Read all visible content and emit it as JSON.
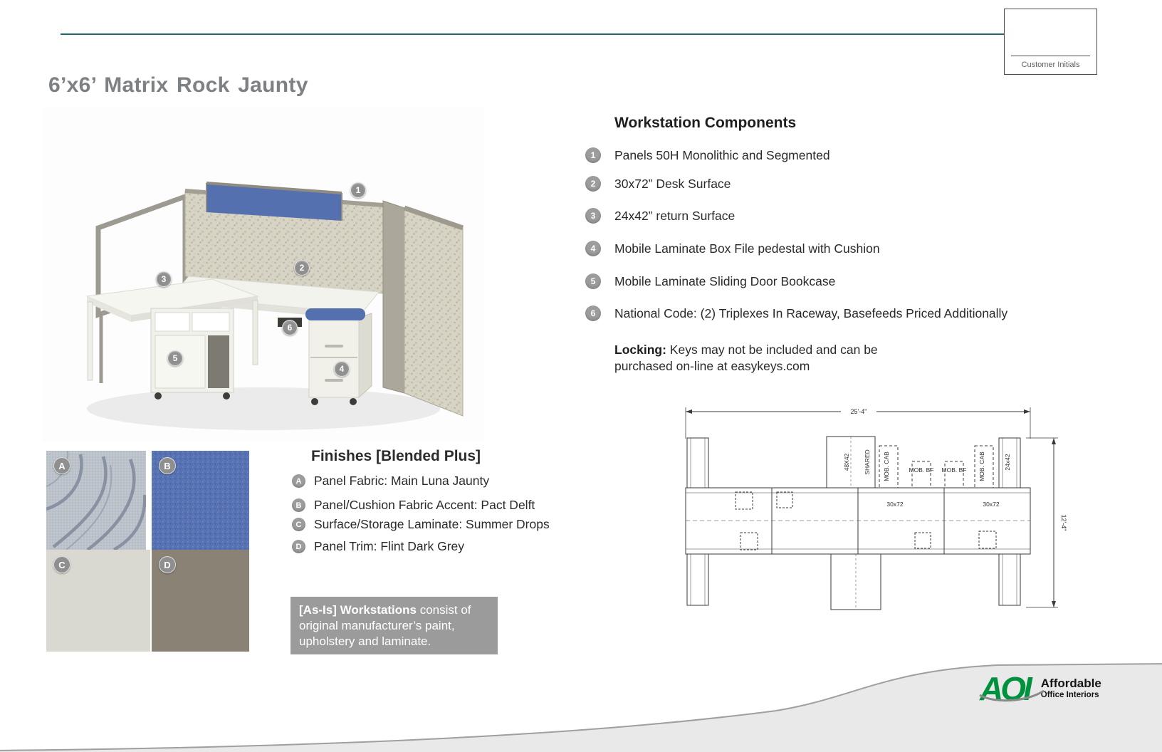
{
  "page": {
    "title": "6’x6’ Matrix Rock Jaunty",
    "customer_initials": "Customer Initials"
  },
  "colors": {
    "teal_rule": "#14696b",
    "accent_blue": "#5570ae",
    "badge_gray": "#9c9c9c",
    "asis_bg": "#9b9b9b",
    "logo_green": "#00913e"
  },
  "callouts": {
    "c1": "1",
    "c2": "2",
    "c3": "3",
    "c4": "4",
    "c5": "5",
    "c6": "6"
  },
  "components": {
    "title": "Workstation Components",
    "items": [
      {
        "num": "1",
        "text": "Panels 50H Monolithic and Segmented"
      },
      {
        "num": "2",
        "text": "30x72” Desk Surface"
      },
      {
        "num": "3",
        "text": "24x42” return Surface"
      },
      {
        "num": "4",
        "text": "Mobile Laminate Box File pedestal with Cushion"
      },
      {
        "num": "5",
        "text": "Mobile Laminate Sliding Door Bookcase"
      },
      {
        "num": "6",
        "text": "National Code: (2) Triplexes In Raceway, Basefeeds Priced Additionally"
      }
    ],
    "locking_label": "Locking:",
    "locking_text": "Keys may not be included and can be purchased on-line at easykeys.com"
  },
  "finishes": {
    "title": "Finishes [Blended Plus]",
    "items": [
      {
        "letter": "A",
        "text": "Panel Fabric: Main Luna Jaunty"
      },
      {
        "letter": "B",
        "text": "Panel/Cushion Fabric Accent: Pact Delft"
      },
      {
        "letter": "C",
        "text": "Surface/Storage Laminate: Summer Drops"
      },
      {
        "letter": "D",
        "text": "Panel Trim: Flint Dark Grey"
      }
    ]
  },
  "asis_note": {
    "bold": "[As-Is] Workstations",
    "rest": " consist of original manufacturer’s paint, upholstery and laminate."
  },
  "floorplan": {
    "dim_width": "25'-4\"",
    "dim_height": "12'-4\"",
    "label_48x42": "48X42",
    "label_shared": "SHARED",
    "label_mob_cab_1": "MOB. CAB",
    "label_mob_bf_1": "MOB. BF",
    "label_mob_bf_2": "MOB. BF",
    "label_mob_cab_2": "MOB. CAB",
    "label_24x42": "24x42",
    "label_30x72_1": "30x72",
    "label_30x72_2": "30x72"
  },
  "logo": {
    "acronym": "AOI",
    "name_line1": "Affordable",
    "name_line2": "Office Interiors"
  }
}
